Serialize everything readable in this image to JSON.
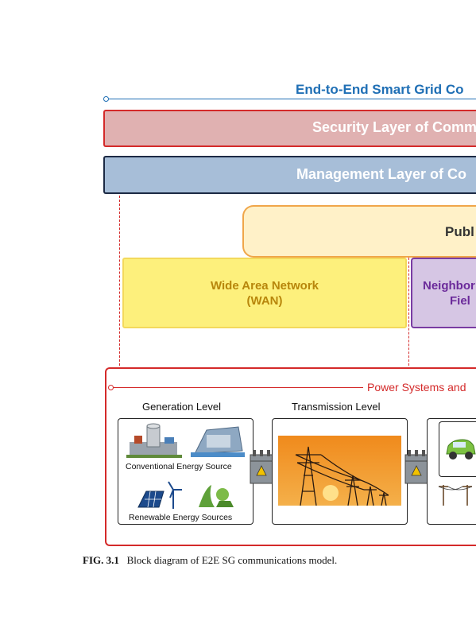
{
  "title": "End-to-End Smart Grid Co",
  "layers": {
    "security": "Security Layer of Comm",
    "management": "Management Layer of Co"
  },
  "public_network": "Publ",
  "wan": {
    "line1": "Wide Area Network",
    "line2": "(WAN)"
  },
  "nan": {
    "line1": "Neighbor",
    "line2": "Fiel"
  },
  "power_systems": {
    "label": "Power Systems and",
    "generation_level": "Generation Level",
    "transmission_level": "Transmission Level",
    "conventional": "Conventional Energy Source",
    "renewable": "Renewable Energy Sources"
  },
  "caption": {
    "number": "FIG. 3.1",
    "text": "Block diagram of E2E SG communications model."
  },
  "colors": {
    "title_blue": "#1f6fb5",
    "security_red": "#d42a2a",
    "wan_yellow": "#fdf07c",
    "nan_purple": "#7a3ca3",
    "public_orange": "#f0a64a"
  }
}
